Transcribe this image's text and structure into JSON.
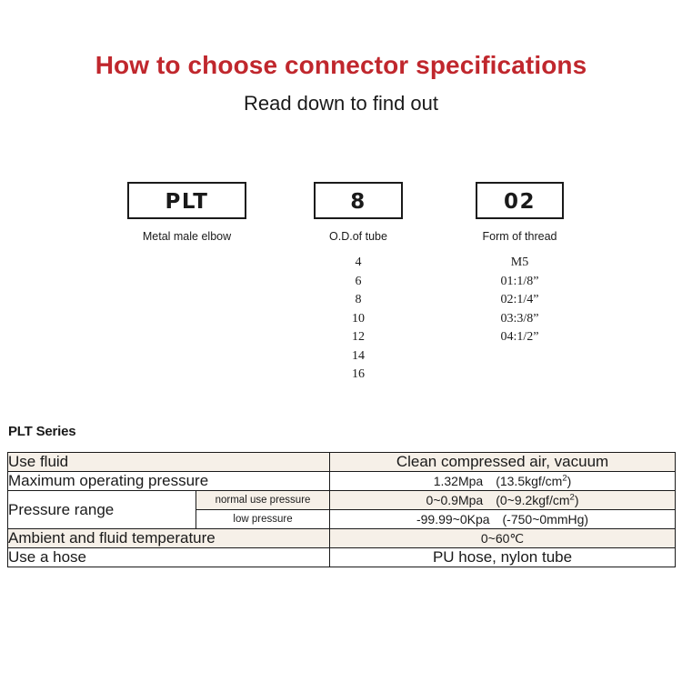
{
  "header": {
    "title": "How to choose connector specifications",
    "subtitle": "Read down to find out",
    "title_color": "#c0272d"
  },
  "code_breakdown": {
    "columns": [
      {
        "code": "PLT",
        "caption": "Metal male elbow",
        "options": []
      },
      {
        "code": "8",
        "caption": "O.D.of tube",
        "options": [
          "4",
          "6",
          "8",
          "10",
          "12",
          "14",
          "16"
        ]
      },
      {
        "code": "02",
        "caption": "Form of thread",
        "options": [
          "M5",
          "01:1/8”",
          "02:1/4”",
          "03:3/8”",
          "04:1/2”"
        ]
      }
    ]
  },
  "spec": {
    "heading": "PLT Series",
    "shade_color": "#f6f0e8",
    "rows": [
      {
        "label": "Use fluid",
        "value": "Clean compressed air, vacuum",
        "shaded": true
      },
      {
        "label": "Maximum operating pressure",
        "value_prefix": "1.32Mpa　(13.5kgf/cm",
        "value_sup": "2",
        "value_suffix": ")",
        "shaded": false
      },
      {
        "label": "Pressure range",
        "sub_rows": [
          {
            "sublabel": "normal use pressure",
            "value_prefix": "0~0.9Mpa　(0~9.2kgf/cm",
            "value_sup": "2",
            "value_suffix": ")",
            "shaded": true
          },
          {
            "sublabel": "low pressure",
            "value": "-99.99~0Kpa　(-750~0mmHg)",
            "shaded": false
          }
        ]
      },
      {
        "label": "Ambient and fluid temperature",
        "value": "0~60℃",
        "shaded": true
      },
      {
        "label": "Use a hose",
        "value": "PU hose, nylon tube",
        "shaded": false
      }
    ]
  }
}
